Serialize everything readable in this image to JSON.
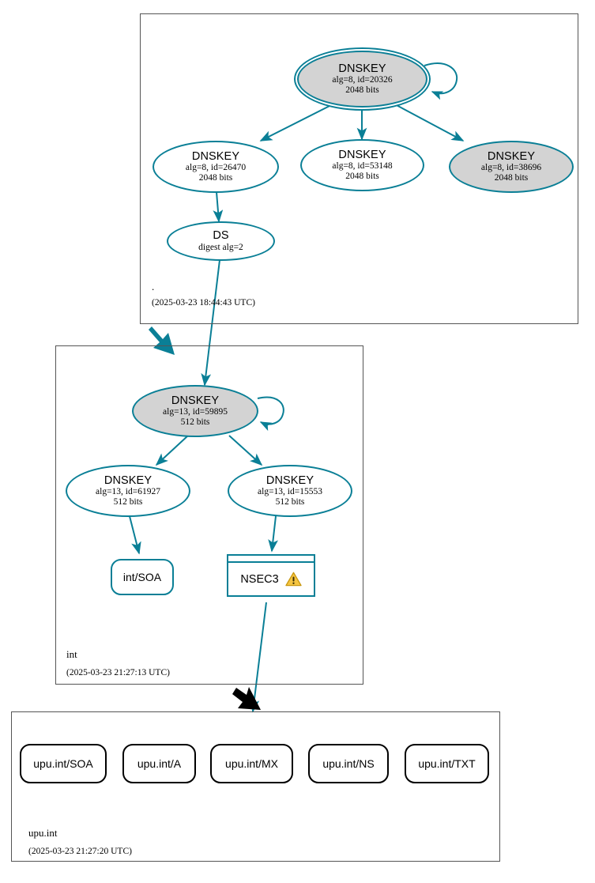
{
  "diagram": {
    "type": "dnssec-authentication-chain",
    "colors": {
      "edge_teal": "#0a7f96",
      "node_fill_secure": "#d3d3d3",
      "node_fill_plain": "#ffffff",
      "zone_border": "#555555",
      "insecure_arrow": "#000000",
      "warning_yellow": "#f5c542"
    }
  },
  "zones": [
    {
      "id": "root",
      "name": ".",
      "timestamp": "(2025-03-23 18:44:43 UTC)"
    },
    {
      "id": "int",
      "name": "int",
      "timestamp": "(2025-03-23 21:27:13 UTC)"
    },
    {
      "id": "upu_int",
      "name": "upu.int",
      "timestamp": "(2025-03-23 21:27:20 UTC)"
    }
  ],
  "nodes": {
    "root_ksk": {
      "title": "DNSKEY",
      "params": "alg=8, id=20326",
      "size": "2048 bits"
    },
    "root_zsk_26470": {
      "title": "DNSKEY",
      "params": "alg=8, id=26470",
      "size": "2048 bits"
    },
    "root_zsk_53148": {
      "title": "DNSKEY",
      "params": "alg=8, id=53148",
      "size": "2048 bits"
    },
    "root_zsk_38696": {
      "title": "DNSKEY",
      "params": "alg=8, id=38696",
      "size": "2048 bits"
    },
    "root_ds": {
      "title": "DS",
      "params": "digest alg=2"
    },
    "int_ksk": {
      "title": "DNSKEY",
      "params": "alg=13, id=59895",
      "size": "512 bits"
    },
    "int_zsk_61927": {
      "title": "DNSKEY",
      "params": "alg=13, id=61927",
      "size": "512 bits"
    },
    "int_zsk_15553": {
      "title": "DNSKEY",
      "params": "alg=13, id=15553",
      "size": "512 bits"
    },
    "int_soa": {
      "label": "int/SOA"
    },
    "int_nsec3": {
      "label": "NSEC3",
      "icon": "warning-triangle-icon"
    }
  },
  "rrsets": [
    {
      "label": "upu.int/SOA"
    },
    {
      "label": "upu.int/A"
    },
    {
      "label": "upu.int/MX"
    },
    {
      "label": "upu.int/NS"
    },
    {
      "label": "upu.int/TXT"
    }
  ]
}
